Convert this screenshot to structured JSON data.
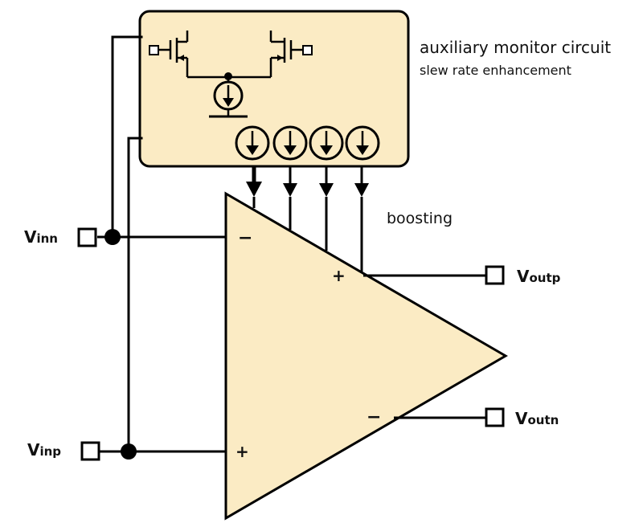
{
  "aux_box": {
    "title": "auxiliary monitor circuit",
    "subtitle": "slew rate enhancement"
  },
  "boost_label": "boosting",
  "pins": {
    "vinn": {
      "main": "V",
      "sub": "inn"
    },
    "vinp": {
      "main": "V",
      "sub": "inp"
    },
    "voutp": {
      "main": "V",
      "sub": "outp"
    },
    "voutn": {
      "main": "V",
      "sub": "outn"
    }
  },
  "opamp": {
    "in_minus": "−",
    "in_plus": "+",
    "out_plus": "+",
    "out_minus": "−"
  },
  "colors": {
    "fill": "#FBEBC4",
    "stroke": "#000000"
  },
  "icons": {
    "current_source": "current-source-icon",
    "transistor": "pmos-transistor-icon",
    "terminal": "terminal-square-icon"
  }
}
